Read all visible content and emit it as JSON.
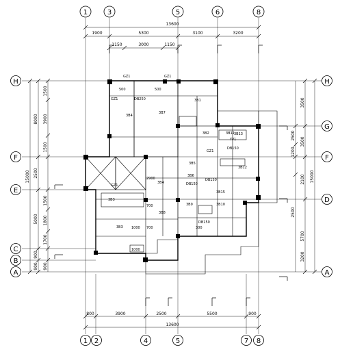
{
  "grid": {
    "top_columns": [
      {
        "label": "1"
      },
      {
        "label": "3"
      },
      {
        "label": "5"
      },
      {
        "label": "6"
      },
      {
        "label": "8"
      }
    ],
    "bottom_columns": [
      {
        "label": "1"
      },
      {
        "label": "2"
      },
      {
        "label": "4"
      },
      {
        "label": "5"
      },
      {
        "label": "7"
      },
      {
        "label": "8"
      }
    ],
    "left_rows": [
      {
        "label": "H"
      },
      {
        "label": "F"
      },
      {
        "label": "E"
      },
      {
        "label": "C"
      },
      {
        "label": "B"
      },
      {
        "label": "A"
      }
    ],
    "right_rows": [
      {
        "label": "H"
      },
      {
        "label": "G"
      },
      {
        "label": "F"
      },
      {
        "label": "D"
      },
      {
        "label": "A"
      }
    ]
  },
  "dims_top": {
    "total": "13600",
    "segments": [
      "1900",
      "5300",
      "3100",
      "3200"
    ],
    "sub": [
      "1150",
      "3000",
      "1150"
    ]
  },
  "dims_bottom": {
    "total": "13600",
    "segments": [
      "800",
      "3900",
      "2500",
      "5500",
      "900"
    ]
  },
  "dims_left": {
    "total": "15000",
    "outer": [
      "8000",
      "2500",
      "5000",
      "900",
      "900"
    ],
    "inner": [
      "1500",
      "3900",
      "1500",
      "1500",
      "1800",
      "1700",
      "900"
    ]
  },
  "dims_right": {
    "total": "15000",
    "outer": [
      "3500",
      "3500",
      "2100",
      "5700",
      "3200"
    ],
    "inner": [
      "2500",
      "1200",
      "2500"
    ]
  },
  "beams": {
    "b1": "GZ1",
    "b2": "GZ1",
    "b3": "GZ1",
    "b4": "GZ1",
    "b5": "GZ1",
    "b6": "3B4",
    "b7": "3B7",
    "b8": "3B1",
    "b9": "3B2",
    "b10": "3B3",
    "b11": "3B3",
    "b12": "3B4",
    "b13": "3B5",
    "b14": "3B6",
    "b15": "3B8",
    "b16": "3B9",
    "b17": "3B10",
    "b18": "3B11",
    "b19": "3B12",
    "b20": "3B13",
    "b21": "DB250",
    "b22": "DB150",
    "b23": "DB150",
    "b24": "DB150",
    "b25": "DB150",
    "b26": "YP1",
    "b27": "1000",
    "b28": "1000",
    "b29": "2900",
    "b30": "300",
    "b31": "500",
    "b32": "500",
    "b33": "700",
    "b34": "700",
    "b35": "3B15"
  }
}
